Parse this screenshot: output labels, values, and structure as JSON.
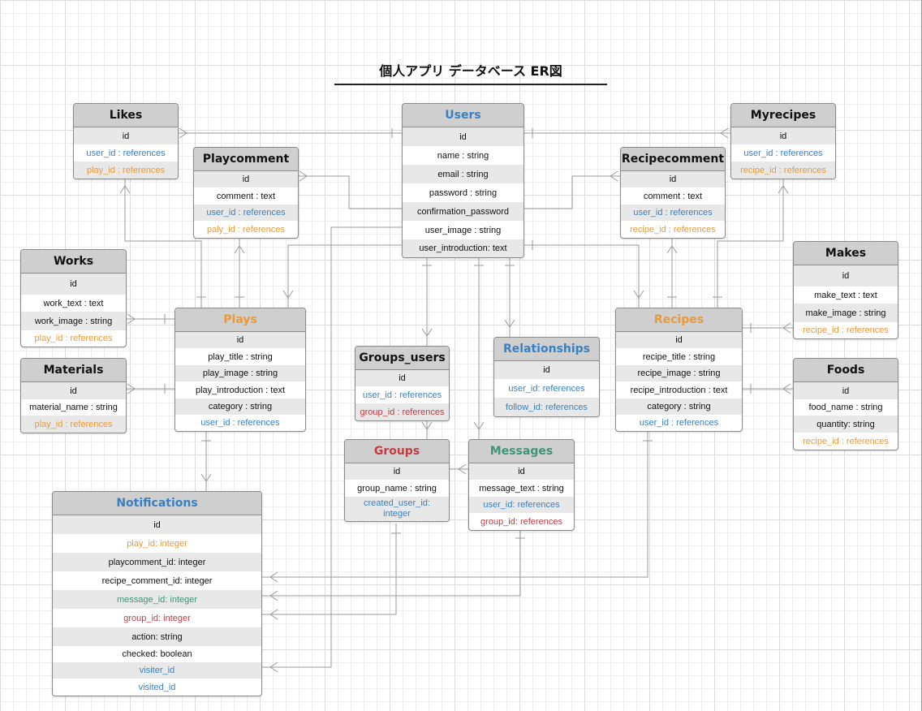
{
  "title": "個人アプリ データベース ER図",
  "colors": {
    "blue": "#3a7fc1",
    "orange": "#e89a3c",
    "red": "#c23b45",
    "green": "#3e9479",
    "header_bg": "#cfcfcf",
    "line": "#9a9a9a"
  },
  "entities": {
    "likes": {
      "name": "Likes",
      "color": "default",
      "fields": [
        {
          "text": "id"
        },
        {
          "text": "user_id : references",
          "color": "blue"
        },
        {
          "text": "play_id : references",
          "color": "orange"
        }
      ]
    },
    "users": {
      "name": "Users",
      "color": "blue",
      "fields": [
        {
          "text": "id"
        },
        {
          "text": "name : string"
        },
        {
          "text": "email : string"
        },
        {
          "text": "password : string"
        },
        {
          "text": "confirmation_password"
        },
        {
          "text": "user_image : string"
        },
        {
          "text": "user_introduction: text"
        }
      ]
    },
    "myrecipes": {
      "name": "Myrecipes",
      "color": "default",
      "fields": [
        {
          "text": "id"
        },
        {
          "text": "user_id : references",
          "color": "blue"
        },
        {
          "text": "recipe_id : references",
          "color": "orange"
        }
      ]
    },
    "playcomment": {
      "name": "Playcomment",
      "color": "default",
      "fields": [
        {
          "text": "id"
        },
        {
          "text": "comment : text"
        },
        {
          "text": "user_id : references",
          "color": "blue"
        },
        {
          "text": "paly_id : references",
          "color": "orange"
        }
      ]
    },
    "recipecomment": {
      "name": "Recipecomment",
      "color": "default",
      "fields": [
        {
          "text": "id"
        },
        {
          "text": "comment : text"
        },
        {
          "text": "user_id : references",
          "color": "blue"
        },
        {
          "text": "recipe_id : references",
          "color": "orange"
        }
      ]
    },
    "works": {
      "name": "Works",
      "color": "default",
      "fields": [
        {
          "text": "id"
        },
        {
          "text": "work_text :  text"
        },
        {
          "text": "work_image : string"
        },
        {
          "text": "play_id : references",
          "color": "orange"
        }
      ]
    },
    "makes": {
      "name": "Makes",
      "color": "default",
      "fields": [
        {
          "text": "id"
        },
        {
          "text": "make_text :  text"
        },
        {
          "text": "make_image : string"
        },
        {
          "text": "recipe_id : references",
          "color": "orange"
        }
      ]
    },
    "plays": {
      "name": "Plays",
      "color": "orange",
      "fields": [
        {
          "text": "id"
        },
        {
          "text": "play_title :  string"
        },
        {
          "text": "play_image :  string"
        },
        {
          "text": "play_introduction : text"
        },
        {
          "text": "category : string"
        },
        {
          "text": "user_id : references",
          "color": "blue"
        }
      ]
    },
    "recipes": {
      "name": "Recipes",
      "color": "orange",
      "fields": [
        {
          "text": "id"
        },
        {
          "text": "recipe_title :  string"
        },
        {
          "text": "recipe_image :  string"
        },
        {
          "text": "recipe_introduction : text"
        },
        {
          "text": "category : string"
        },
        {
          "text": "user_id : references",
          "color": "blue"
        }
      ]
    },
    "materials": {
      "name": "Materials",
      "color": "default",
      "fields": [
        {
          "text": "id"
        },
        {
          "text": "material_name : string"
        },
        {
          "text": "play_id : references",
          "color": "orange"
        }
      ]
    },
    "foods": {
      "name": "Foods",
      "color": "default",
      "fields": [
        {
          "text": "id"
        },
        {
          "text": "food_name : string"
        },
        {
          "text": "quantity: string"
        },
        {
          "text": "recipe_id : references",
          "color": "orange"
        }
      ]
    },
    "groups_users": {
      "name": "Groups_users",
      "color": "default",
      "fields": [
        {
          "text": "id"
        },
        {
          "text": "user_id : references",
          "color": "blue"
        },
        {
          "text": "group_id : references",
          "color": "red"
        }
      ]
    },
    "relationships": {
      "name": "Relationships",
      "color": "blue",
      "fields": [
        {
          "text": "id"
        },
        {
          "text": "user_id: references",
          "color": "blue"
        },
        {
          "text": "follow_id: references",
          "color": "blue"
        }
      ]
    },
    "groups": {
      "name": "Groups",
      "color": "red",
      "fields": [
        {
          "text": "id"
        },
        {
          "text": "group_name : string"
        },
        {
          "text": "created_user_id:\ninteger",
          "color": "blue"
        }
      ]
    },
    "messages": {
      "name": "Messages",
      "color": "green",
      "fields": [
        {
          "text": "id"
        },
        {
          "text": "message_text : string"
        },
        {
          "text": "user_id: references",
          "color": "blue"
        },
        {
          "text": "group_id: references",
          "color": "red"
        }
      ]
    },
    "notifications": {
      "name": "Notifications",
      "color": "blue",
      "fields": [
        {
          "text": "id"
        },
        {
          "text": "play_id: integer",
          "color": "orange"
        },
        {
          "text": "playcomment_id: integer"
        },
        {
          "text": "recipe_comment_id: integer"
        },
        {
          "text": "message_id: integer",
          "color": "green"
        },
        {
          "text": "group_id: integer",
          "color": "red"
        },
        {
          "text": "action: string"
        },
        {
          "text": "checked: boolean"
        },
        {
          "text": "visiter_id",
          "color": "blue"
        },
        {
          "text": "visited_id",
          "color": "blue"
        }
      ]
    }
  }
}
